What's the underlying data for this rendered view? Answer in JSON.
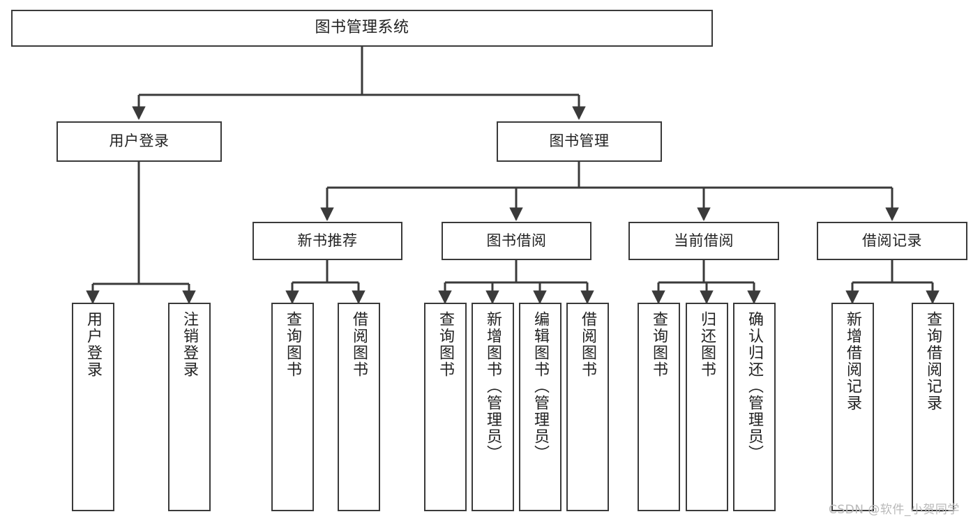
{
  "diagram": {
    "type": "tree-hierarchy",
    "title": "图书管理系统",
    "orientation": "top-down",
    "colors": {
      "box_border": "#3a3a3a",
      "box_fill": "#ffffff",
      "connector": "#3a3a3a",
      "text": "#222222",
      "watermark": "#b9b9b9"
    },
    "watermark": "CSDN @软件_小贺同学",
    "nodes": {
      "root": {
        "label": "图书管理系统"
      },
      "level2": [
        {
          "id": "user-login",
          "label": "用户登录"
        },
        {
          "id": "book-manage",
          "label": "图书管理"
        }
      ],
      "level3": [
        {
          "id": "new-book-recommend",
          "label": "新书推荐"
        },
        {
          "id": "book-borrow",
          "label": "图书借阅"
        },
        {
          "id": "current-borrow",
          "label": "当前借阅"
        },
        {
          "id": "borrow-record",
          "label": "借阅记录"
        }
      ],
      "leaves": {
        "user-login": [
          {
            "id": "leaf-user-login",
            "label": "用户登录"
          },
          {
            "id": "leaf-logout",
            "label": "注销登录"
          }
        ],
        "new-book-recommend": [
          {
            "id": "leaf-query-book-1",
            "label": "查询图书"
          },
          {
            "id": "leaf-borrow-book-1",
            "label": "借阅图书"
          }
        ],
        "book-borrow": [
          {
            "id": "leaf-query-book-2",
            "label": "查询图书"
          },
          {
            "id": "leaf-add-book",
            "label": "新增图书（管理员）"
          },
          {
            "id": "leaf-edit-book",
            "label": "编辑图书（管理员）"
          },
          {
            "id": "leaf-borrow-book-2",
            "label": "借阅图书"
          }
        ],
        "current-borrow": [
          {
            "id": "leaf-query-book-3",
            "label": "查询图书"
          },
          {
            "id": "leaf-return-book",
            "label": "归还图书"
          },
          {
            "id": "leaf-confirm-return",
            "label": "确认归还（管理员）"
          }
        ],
        "borrow-record": [
          {
            "id": "leaf-add-record",
            "label": "新增借阅记录"
          },
          {
            "id": "leaf-query-record",
            "label": "查询借阅记录"
          }
        ]
      }
    }
  }
}
